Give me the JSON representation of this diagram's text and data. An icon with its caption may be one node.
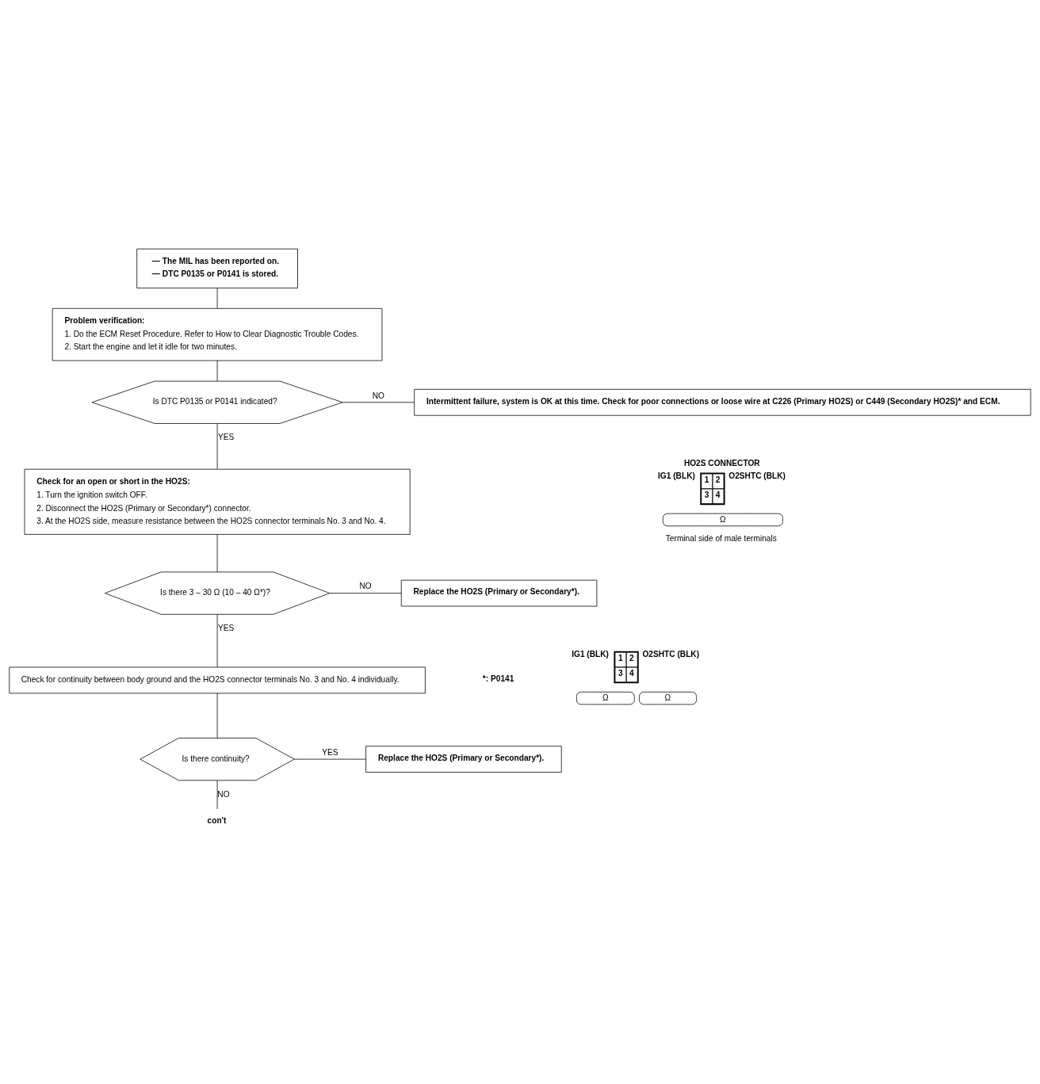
{
  "diagram": {
    "nodes": [
      {
        "text": [
          "— The MIL has been reported on.",
          "— DTC P0135 or P0141 is stored."
        ]
      },
      {
        "text": [
          "Problem verification:",
          "1. Do the ECM Reset Procedure. Refer to How to Clear Diagnostic Trouble Codes.",
          "2. Start the engine and let it idle for two minutes."
        ]
      },
      {
        "text": [
          "Is DTC P0135 or P0141 indicated?"
        ]
      },
      {
        "text": [
          "Intermittent failure, system is OK at this time. Check for poor connections or loose wire at C226 (Primary HO2S) or C449 (Secondary HO2S)* and ECM."
        ]
      },
      {
        "text": [
          "Check for an open or short in the HO2S:",
          "1. Turn the ignition switch OFF.",
          "2. Disconnect the HO2S (Primary or Secondary*) connector.",
          "3. At the HO2S side, measure resistance between the HO2S connector terminals No. 3 and No. 4."
        ]
      },
      {
        "text": [
          "Is there 3 – 30 Ω (10 – 40 Ω*)?"
        ]
      },
      {
        "text": [
          "Replace the HO2S (Primary or Secondary*)."
        ]
      },
      {
        "text": [
          "Check for continuity between body ground and the HO2S connector terminals No. 3 and No. 4 individually."
        ]
      },
      {
        "text": [
          "Is there continuity?"
        ]
      },
      {
        "text": [
          "Replace the HO2S (Primary or Secondary*)."
        ]
      },
      {
        "text": [
          "con't"
        ]
      }
    ],
    "edges": [
      {
        "from": 0,
        "to": 1,
        "arrow": "none"
      },
      {
        "from": 1,
        "to": 2,
        "arrow": "none"
      },
      {
        "from": 2,
        "to": 3,
        "arrow": "none",
        "label": "NO"
      },
      {
        "from": 2,
        "to": 4,
        "arrow": "none",
        "label": "YES"
      },
      {
        "from": 4,
        "to": 5,
        "arrow": "none"
      },
      {
        "from": 5,
        "to": 6,
        "arrow": "none",
        "label": "NO"
      },
      {
        "from": 5,
        "to": 7,
        "arrow": "none",
        "label": "YES"
      },
      {
        "from": 7,
        "to": 8,
        "arrow": "none"
      },
      {
        "from": 8,
        "to": 9,
        "arrow": "none",
        "label": "YES"
      },
      {
        "from": 8,
        "to": 10,
        "arrow": "none",
        "label": "NO"
      }
    ],
    "labels": [
      "HO2S CONNECTOR",
      "IG1 (BLK)",
      "1",
      "2",
      "O2SHTC (BLK)",
      "3",
      "4",
      "Ω",
      "Terminal side of male terminals",
      "*: P0141",
      "IG1 (BLK)",
      "1",
      "2",
      "O2SHTC (BLK)",
      "3",
      "4",
      "Ω",
      "Ω"
    ]
  }
}
